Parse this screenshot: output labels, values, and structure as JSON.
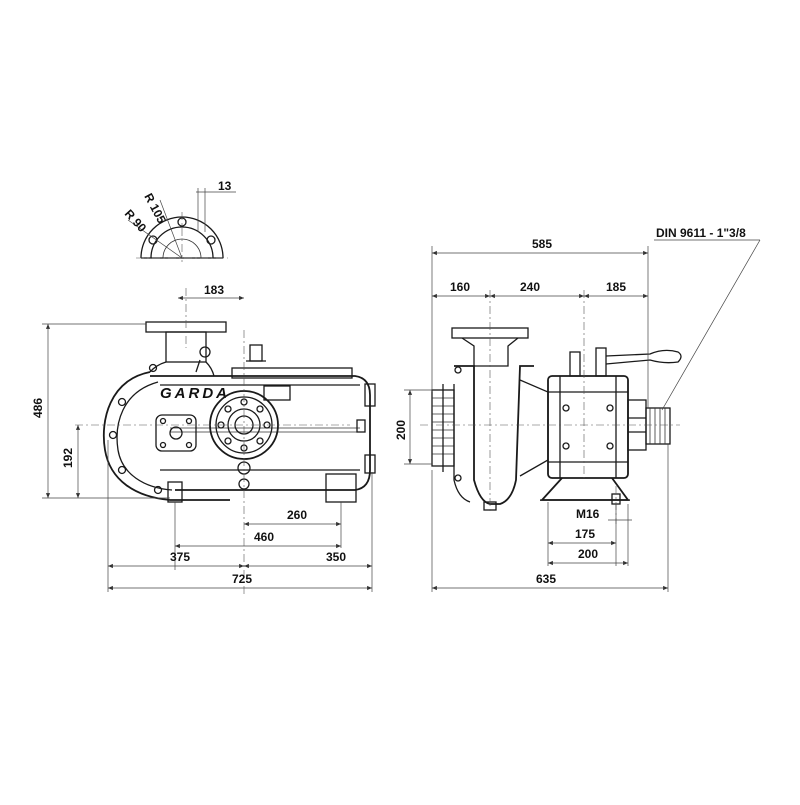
{
  "flange": {
    "r_outer": "R 105",
    "r_inner": "R 90",
    "hole": "13"
  },
  "brand": "GARDA",
  "front_view": {
    "top_offset": "183",
    "height_total": "486",
    "height_axis": "192",
    "foot_span": "260",
    "base_span": "460",
    "left_part": "375",
    "right_part": "350",
    "total_length": "725"
  },
  "side_view": {
    "overall": "585",
    "seg_1": "160",
    "seg_2": "240",
    "seg_3": "185",
    "shaft_label": "DIN 9611 - 1\"3/8",
    "outlet_height": "200",
    "bolt": "M16",
    "foot_inner": "175",
    "foot_outer": "200",
    "total_length": "635"
  }
}
